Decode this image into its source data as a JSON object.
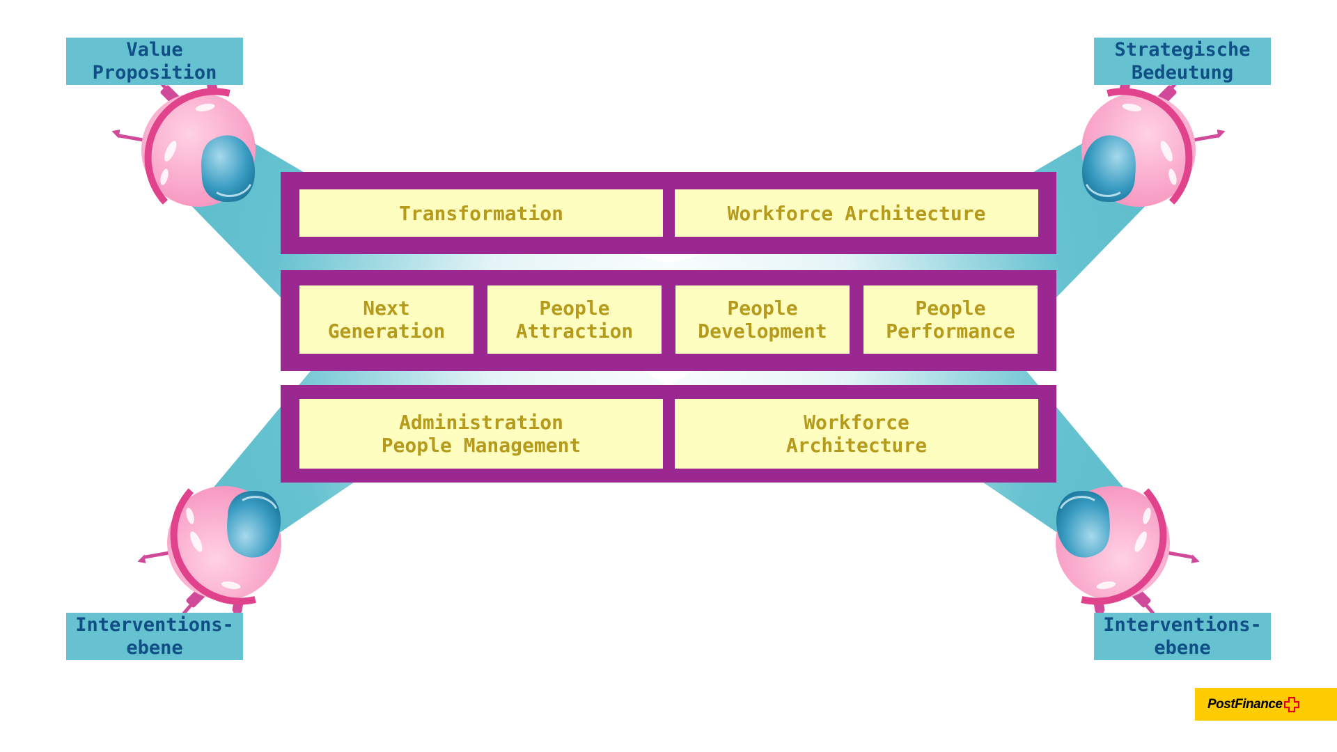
{
  "corner_labels": {
    "top_left": "Value\nProposition",
    "top_right": "Strategische\nBedeutung",
    "bottom_left": "Interventions-\nebene",
    "bottom_right": "Interventions-\nebene"
  },
  "rows": {
    "top": [
      "Transformation",
      "Workforce Architecture"
    ],
    "middle": [
      "Next\nGeneration",
      "People\nAttraction",
      "People\nDevelopment",
      "People\nPerformance"
    ],
    "bottom": [
      "Administration\nPeople Management",
      "Workforce\nArchitecture"
    ]
  },
  "logo": {
    "text": "PostFinance"
  },
  "colors": {
    "band": "#9b2891",
    "cell": "#fefec0",
    "cell_text": "#b59a1c",
    "label_bg": "#66c2d0",
    "label_text": "#0f4f86",
    "beam": "#66c2d0",
    "ufo_pink": "#f7a3c7",
    "ufo_stripe": "#e0428c",
    "dome": "#2a8fb5",
    "logo_bg": "#fecc00"
  }
}
